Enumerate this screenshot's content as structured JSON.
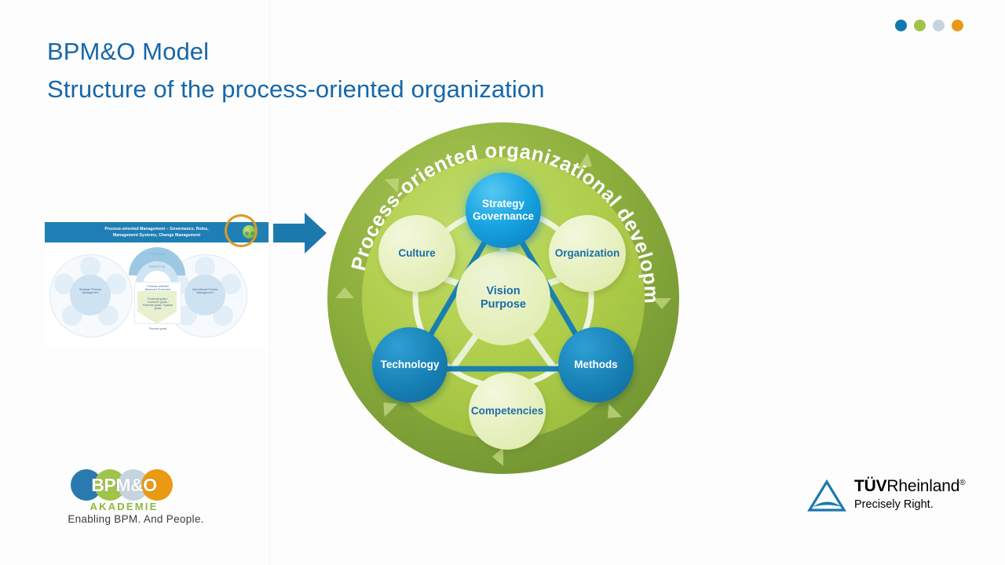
{
  "slide": {
    "title_line1": "BPM&O Model",
    "title_line2": "Structure of the process-oriented organization",
    "title_color": "#1667a8",
    "background": "#fdfdfe"
  },
  "decor_dots": [
    {
      "name": "dot-blue",
      "color": "#1178b0"
    },
    {
      "name": "dot-green",
      "color": "#9fc44a"
    },
    {
      "name": "dot-gray",
      "color": "#c6d4e0"
    },
    {
      "name": "dot-orange",
      "color": "#e99a12"
    }
  ],
  "thumbnail": {
    "header_line1": "Process-oriented Management – Governance, Roles,",
    "header_line2": "Management Systems, Change Management",
    "header_color": "#1f7fb5",
    "highlight_ring_color": "#d79b22",
    "left_core_label": "Strategic Process Management",
    "right_core_label": "Operational Process Management",
    "arc_top_label": "Top-down",
    "arc_bottom_label": "Bottom-up",
    "card_title": "Process-oriented Balanced Scorecard",
    "card_items": "Financial goals / Customer goals / Potential goals / System goals",
    "card_footer": "Process goals"
  },
  "arrow": {
    "name": "right-arrow",
    "color": "#1b79ad"
  },
  "chart_data": {
    "type": "diagram",
    "title": "Process-oriented organizational development",
    "ring": {
      "label": "Process-oriented organizational development",
      "outer_color": "#8cae3c",
      "inner_color": "#aecd4a",
      "label_color": "#ffffff",
      "arrow_markers": 6,
      "direction": "clockwise"
    },
    "center": {
      "label_line1": "Vision",
      "label_line2": "Purpose",
      "fill": "#e4efb9",
      "text_color": "#1b6ea8"
    },
    "nodes": [
      {
        "id": "strategy-governance",
        "label_line1": "Strategy",
        "label_line2": "Governance",
        "style": "bright",
        "angle_deg": 90,
        "emphasis": "highlighted",
        "fill": "#17a3e0",
        "text_color": "#ffffff"
      },
      {
        "id": "organization",
        "label_line1": "Organization",
        "label_line2": "",
        "style": "light",
        "angle_deg": 18,
        "emphasis": "normal",
        "fill": "#e7f0c0",
        "text_color": "#1b6ea8"
      },
      {
        "id": "methods",
        "label_line1": "Methods",
        "label_line2": "",
        "style": "dark",
        "angle_deg": 342,
        "emphasis": "normal",
        "fill": "#1780b4",
        "text_color": "#ffffff"
      },
      {
        "id": "competencies",
        "label_line1": "Competencies",
        "label_line2": "",
        "style": "light",
        "angle_deg": 270,
        "emphasis": "normal",
        "fill": "#e7f0c0",
        "text_color": "#1b6ea8"
      },
      {
        "id": "technology",
        "label_line1": "Technology",
        "label_line2": "",
        "style": "dark",
        "angle_deg": 198,
        "emphasis": "normal",
        "fill": "#1780b4",
        "text_color": "#ffffff"
      },
      {
        "id": "culture",
        "label_line1": "Culture",
        "label_line2": "",
        "style": "light",
        "angle_deg": 162,
        "emphasis": "normal",
        "fill": "#e7f0c0",
        "text_color": "#1b6ea8"
      }
    ],
    "connections": {
      "triangle": [
        "strategy-governance",
        "technology",
        "methods"
      ],
      "triangle_color": "#1a7fb0",
      "outer_ring_color": "#f2f7e8",
      "spoke_color": "#eef5e0"
    }
  },
  "bpmo_logo": {
    "wordmark": "BPM&O",
    "sub": "AKADEMIE",
    "tagline": "Enabling BPM. And People.",
    "circle_colors": [
      "#2a7ab0",
      "#9fc44a",
      "#c6d4e0",
      "#e99a12"
    ],
    "sub_color": "#8cb93c"
  },
  "tuv_logo": {
    "name_bold": "TÜV",
    "name_regular": "Rheinland",
    "registered": "®",
    "tagline": "Precisely Right.",
    "mark_color": "#1b79ad"
  }
}
